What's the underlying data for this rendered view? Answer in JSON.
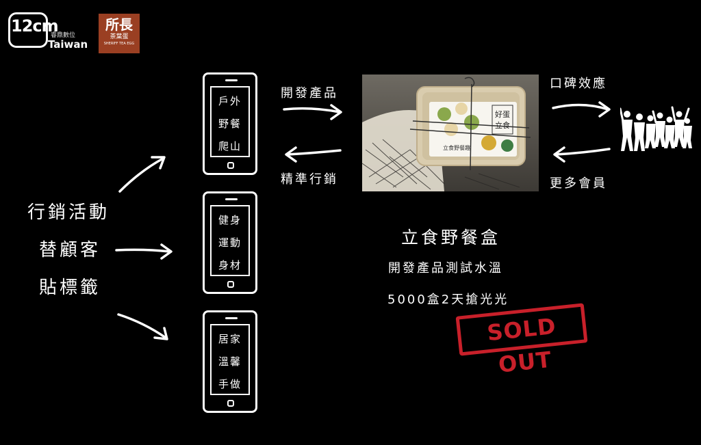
{
  "logos": {
    "brand1": {
      "mark": "12cm",
      "chinese": "睿鼎數位",
      "english": "Taiwan"
    },
    "brand2": {
      "name": "所長",
      "sub": "茶葉蛋",
      "eng": "SHERIFF TEA EGG"
    }
  },
  "left_labels": [
    "行銷活動",
    "替顧客",
    "貼標籤"
  ],
  "phones": [
    {
      "lines": [
        "戶外",
        "野餐",
        "爬山"
      ]
    },
    {
      "lines": [
        "健身",
        "運動",
        "身材"
      ]
    },
    {
      "lines": [
        "居家",
        "溫馨",
        "手做"
      ]
    }
  ],
  "arrows": {
    "develop": "開發產品",
    "marketing": "精準行銷",
    "word_of_mouth": "口碑效應",
    "more_members": "更多會員"
  },
  "product": {
    "box_label": "好蛋立食",
    "box_sub": "立食野餐趣",
    "title": "立食野餐盒",
    "line1": "開發產品測試水溫",
    "line2": "5000盒2天搶光光",
    "stamp": "SOLD OUT"
  },
  "colors": {
    "background": "#000000",
    "foreground": "#ffffff",
    "stamp": "#c8202a",
    "brand2": "#9a3f22"
  }
}
